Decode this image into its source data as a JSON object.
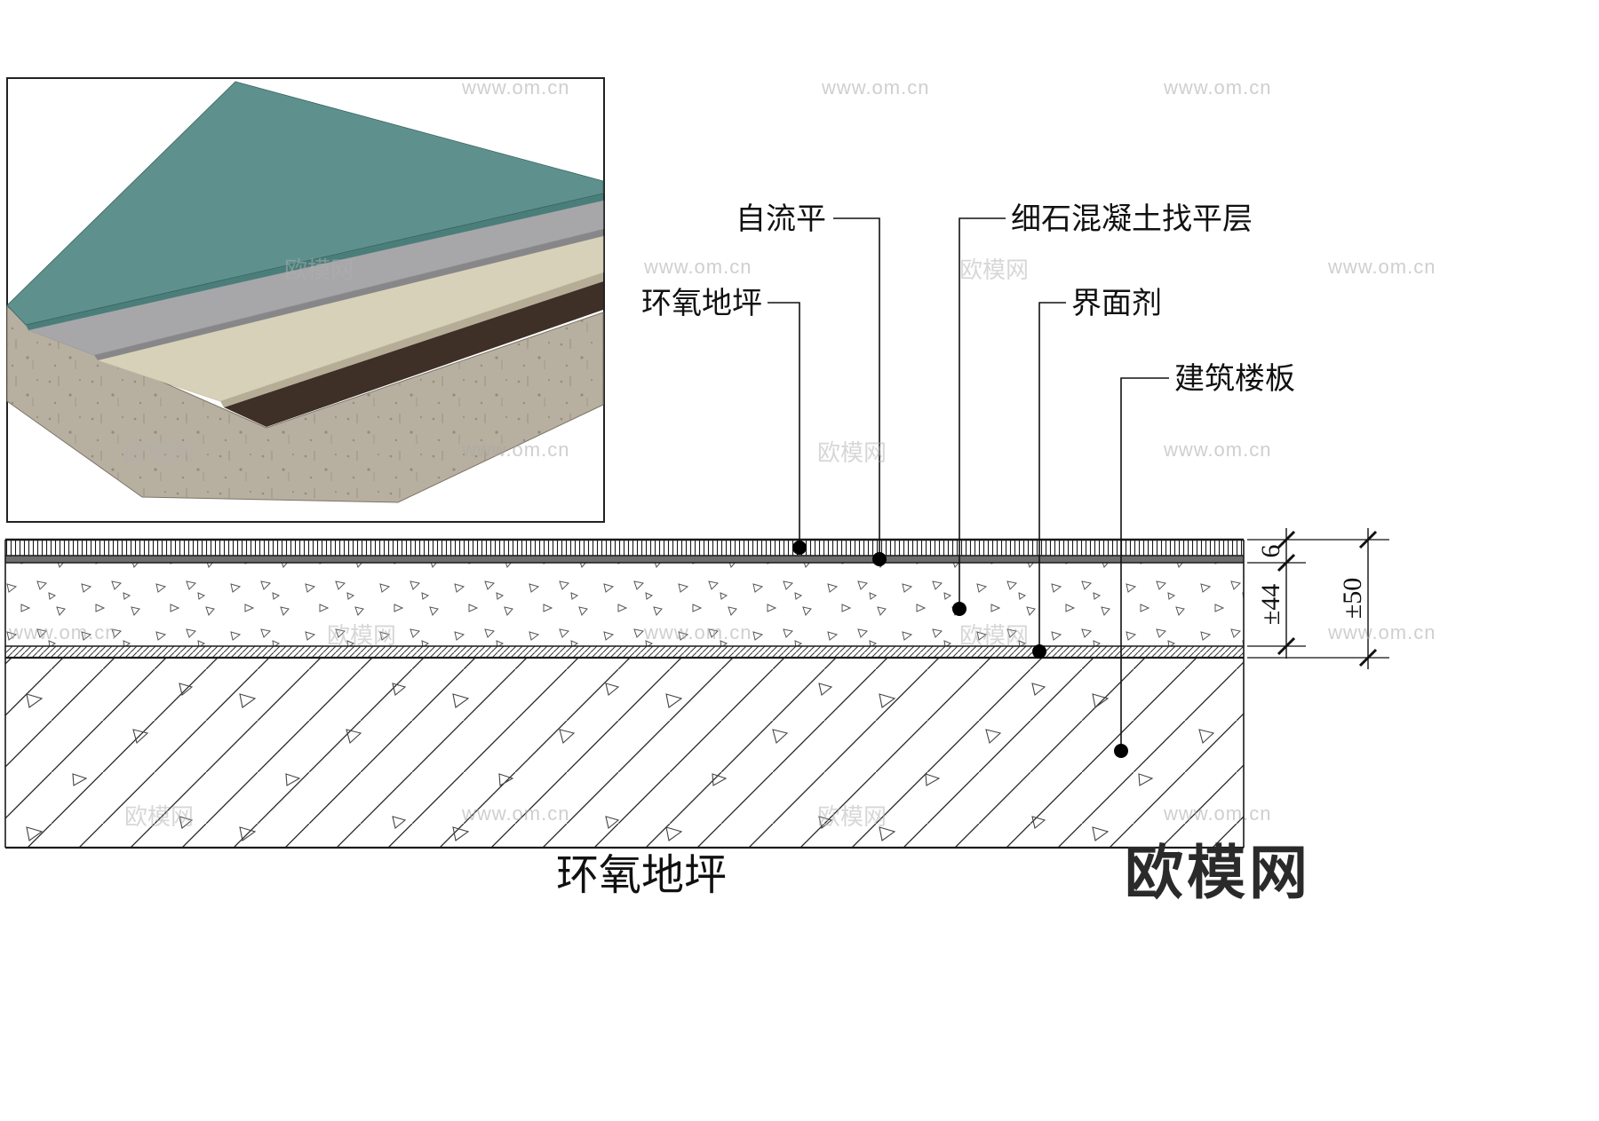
{
  "title": "环氧地坪",
  "brand_logo": "欧模网",
  "watermark": {
    "url": "www.om.cn",
    "brand": "欧模网"
  },
  "labels": {
    "self_leveling": "自流平",
    "fine_stone_concrete_leveling": "细石混凝土找平层",
    "epoxy_floor": "环氧地坪",
    "interface_agent": "界面剂",
    "building_slab": "建筑楼板"
  },
  "dimensions": {
    "coating_thickness": "6",
    "leveling_layer_thickness": "±44",
    "overall_thickness": "±50"
  },
  "colors": {
    "teal_top": "#5E918E",
    "teal_edge": "#4A7E7B",
    "gray_layer": "#A7A7A9",
    "gray_edge": "#87878A",
    "beige_layer": "#D8D1BA",
    "beige_edge": "#B5AD96",
    "brown_layer": "#3E2F27",
    "concrete": "#B7AFA0",
    "dark_strip": "#6E6E6E",
    "line": "#1A1A1A"
  }
}
